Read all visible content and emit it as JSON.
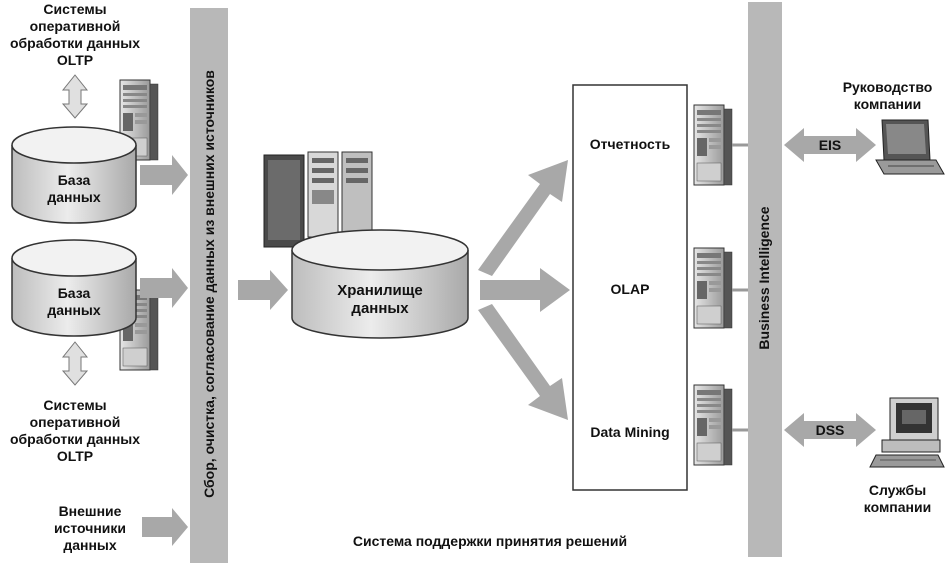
{
  "oltp_top_label": [
    "Системы",
    "оперативной",
    "обработки данных",
    "OLTP"
  ],
  "oltp_bottom_label": [
    "Системы",
    "оперативной",
    "обработки данных",
    "OLTP"
  ],
  "db1_label": [
    "База",
    "данных"
  ],
  "db2_label": [
    "База",
    "данных"
  ],
  "external_label": [
    "Внешние",
    "источники",
    "данных"
  ],
  "etl_bar_label": "Сбор, очистка, согласование данных из внешних источников",
  "warehouse_label": [
    "Хранилище",
    "данных"
  ],
  "analysis_items": [
    "Отчетность",
    "OLAP",
    "Data Mining"
  ],
  "bi_bar_label": "Business Intelligence",
  "eis_label": "EIS",
  "dss_label": "DSS",
  "management_label": [
    "Руководство",
    "компании"
  ],
  "services_label": [
    "Службы",
    "компании"
  ],
  "caption": "Система поддержки принятия решений",
  "colors": {
    "bar": "#b8b8b8",
    "arrow": "#a8a8a8",
    "cylinder_top": "#f2f2f2",
    "cylinder_body": "#d9d9d9"
  }
}
